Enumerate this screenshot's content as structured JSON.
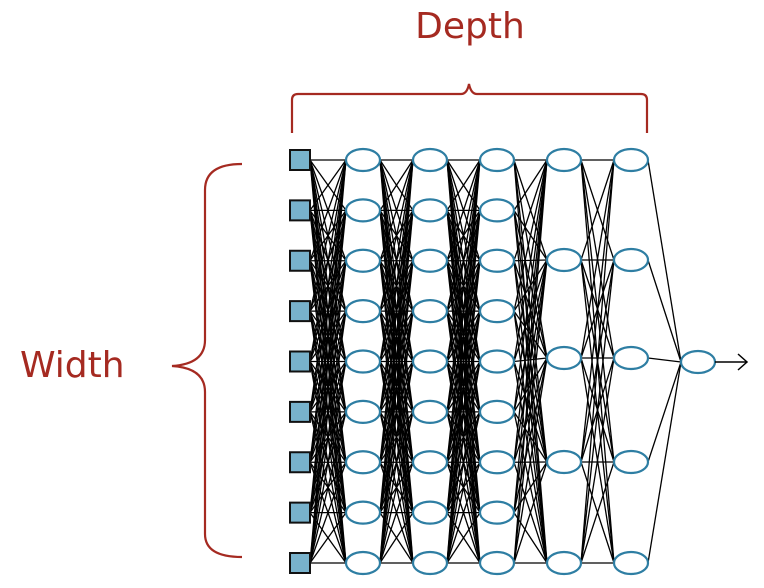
{
  "labels": {
    "depth": "Depth",
    "width": "Width"
  },
  "colors": {
    "label": "#A52A21",
    "node_fill": "#78B2CC",
    "node_stroke": "#2E7EA3",
    "input_stroke": "#111111",
    "edge": "#000000"
  },
  "network": {
    "input_count": 9,
    "hidden_layer_sizes": [
      9,
      9,
      9,
      5,
      5
    ],
    "output_count": 1,
    "output_arrow": true
  }
}
